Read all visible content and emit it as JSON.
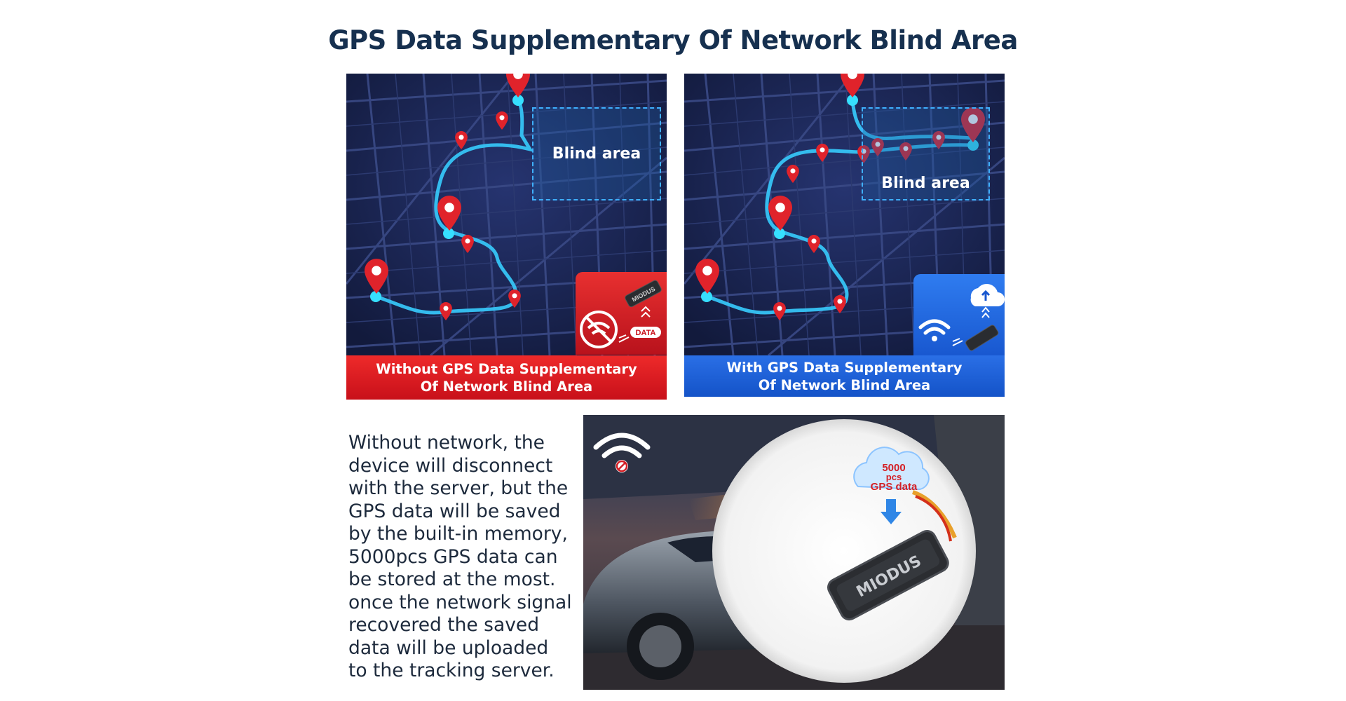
{
  "title": "GPS Data Supplementary Of Network Blind Area",
  "left_panel": {
    "blind_label": "Blind area",
    "caption_line1": "Without GPS Data Supplementary",
    "caption_line2": "Of Network Blind Area",
    "data_badge": "DATA",
    "device_logo": "MIODUS",
    "accent_color": "#e31e24",
    "icons": [
      "no-wifi-icon",
      "signal-arrows-icon",
      "gps-tracker-icon"
    ]
  },
  "right_panel": {
    "blind_label": "Blind area",
    "caption_line1": "With GPS Data Supplementary",
    "caption_line2": "Of Network Blind Area",
    "accent_color": "#1f63dc",
    "icons": [
      "cloud-upload-icon",
      "wifi-icon",
      "gps-tracker-icon"
    ]
  },
  "description": {
    "lines": [
      "Without network, the",
      "device will disconnect",
      "with the server, but the",
      "GPS data will be saved",
      "by the built-in memory,",
      "5000pcs GPS data can",
      "be stored at the most.",
      "once the network signal",
      "recovered the saved",
      "data will be uploaded",
      "to the tracking server."
    ]
  },
  "photo": {
    "cloud_line1": "5000",
    "cloud_line2": "pcs",
    "cloud_line3": "GPS data",
    "device_logo": "MIODUS",
    "icons": [
      "wifi-off-icon",
      "cloud-icon",
      "arrow-down-icon",
      "car-image",
      "gps-tracker-icon"
    ]
  },
  "colors": {
    "title": "#16304f",
    "map_bg": "#1b2550",
    "route": "#36c4f5",
    "pin": "#e0232b"
  }
}
